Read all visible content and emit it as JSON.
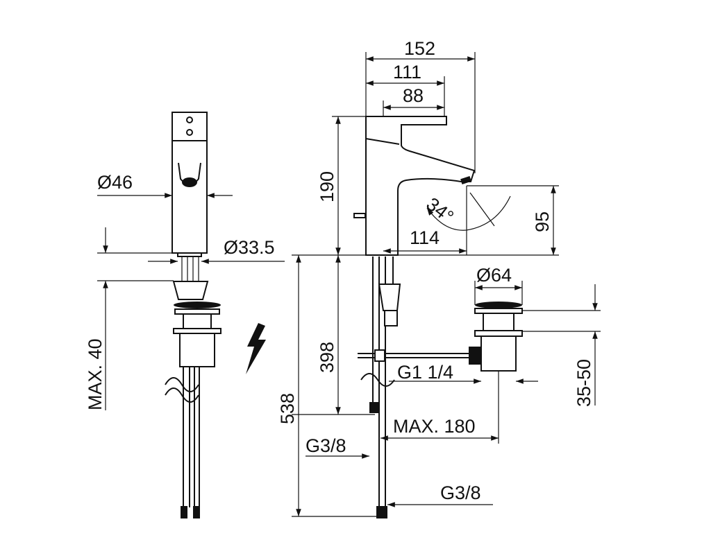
{
  "dimensions": {
    "total_width": "152",
    "handle_width": "111",
    "lever_width": "88",
    "height": "190",
    "body_diameter": "Ø46",
    "shank_diameter": "Ø33.5",
    "spout_angle": "34°",
    "spout_height": "95",
    "spout_reach": "114",
    "max_deck_thickness": "MAX. 40",
    "drain_diameter": "Ø64",
    "hose_length_short": "398",
    "hose_length_long": "538",
    "drain_thread": "G1 1/4",
    "drain_range": "35-50",
    "max_drain_distance": "MAX. 180",
    "hose_thread_1": "G3/8",
    "hose_thread_2": "G3/8"
  },
  "colors": {
    "line": "#111111",
    "background": "#ffffff"
  }
}
